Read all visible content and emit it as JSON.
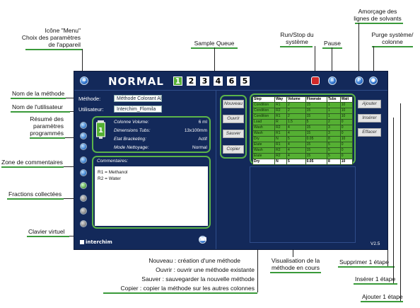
{
  "screen": {
    "title": "NORMAL",
    "queue": [
      "1",
      "2",
      "3",
      "4",
      "6",
      "5"
    ],
    "active_queue": "1",
    "version": "V2.5",
    "logo": "interchim",
    "method_label": "Méthode:",
    "method_value": "Méthode Colorant AI",
    "user_label": "Utilisateur:",
    "user_value": "Interchim_Flomila",
    "summary": [
      {
        "label": "Colonne Volume:",
        "value": "6 ml"
      },
      {
        "label": "Dimensions Tubs:",
        "value": "13x100mm"
      },
      {
        "label": "Etat Bracketing:",
        "value": "Actif"
      },
      {
        "label": "Mode Nettoyage:",
        "value": "Normal"
      }
    ],
    "comments_label": "Commentaires:",
    "comments": [
      "R1 = Methanol",
      "R2 = Water"
    ],
    "method_buttons": [
      "Nouveau",
      "Ouvrir",
      "Sauver",
      "Copier"
    ],
    "step_buttons": [
      "Ajouter",
      "Insérer",
      "Effacer"
    ],
    "table": {
      "headers": [
        "Step",
        "Way",
        "Volume",
        "Flowrate",
        "Tubs",
        "Wait"
      ],
      "rows": [
        [
          "Condition",
          "R1",
          "2",
          "15",
          "1",
          "10"
        ],
        [
          "Condition",
          "R2",
          "2",
          "15",
          "1",
          "10"
        ],
        [
          "Condition",
          "R1",
          "2",
          "15",
          "1",
          "10"
        ],
        [
          "Load",
          "R",
          "1.5",
          "5",
          "2",
          "0"
        ],
        [
          "Wash",
          "R2",
          "4",
          "15",
          "3",
          "0"
        ],
        [
          "Wash",
          "R1",
          "4",
          "15",
          "3",
          "0"
        ],
        [
          "Dry",
          "N",
          "5",
          "0.05",
          "8",
          "10"
        ],
        [
          "Elute",
          "R1",
          "4",
          "15",
          "5",
          "0"
        ],
        [
          "Wash",
          "R2",
          "4",
          "15",
          "5",
          "0"
        ],
        [
          "Elute",
          "R2",
          "4",
          "15",
          "5",
          "0"
        ],
        [
          "Dry",
          "N",
          "5",
          "0.05",
          "8",
          "10"
        ]
      ]
    }
  },
  "annotations": {
    "menu_icon": [
      "Icône \"Menu\"",
      "Choix des paramètres",
      "de l'appareil"
    ],
    "sample_queue": "Sample Queue",
    "run_stop": [
      "Run/Stop du",
      "système"
    ],
    "pause": "Pause",
    "solvent_priming": [
      "Amorçage des",
      "lignes de solvants"
    ],
    "purge": [
      "Purge système/",
      "colonne"
    ],
    "method_name": "Nom de la méthode",
    "user_name": "Nom de l'utilisateur",
    "summary": [
      "Résumé des",
      "paramètres",
      "programmés"
    ],
    "comment_zone": "Zone de commentaires",
    "fractions": "Fractions collectées",
    "keyboard": "Clavier virtuel",
    "method_actions": [
      "Nouveau : création d'une méthode",
      "Ouvrir : ouvrir une méthode existante",
      "Sauver : sauvegarder la nouvelle méthode",
      "Copier : copier la méthode sur les autres colonnes"
    ],
    "visualisation": [
      "Visualisation de la",
      "méthode en cours"
    ],
    "delete_step": "Supprimer 1 étape",
    "insert_step": "Insérer 1 étape",
    "add_step": "Ajouter 1 étape"
  },
  "colors": {
    "screen_bg": "#13295a",
    "accent_green": "#55b033",
    "annotation_line": "#3a9a3a"
  }
}
